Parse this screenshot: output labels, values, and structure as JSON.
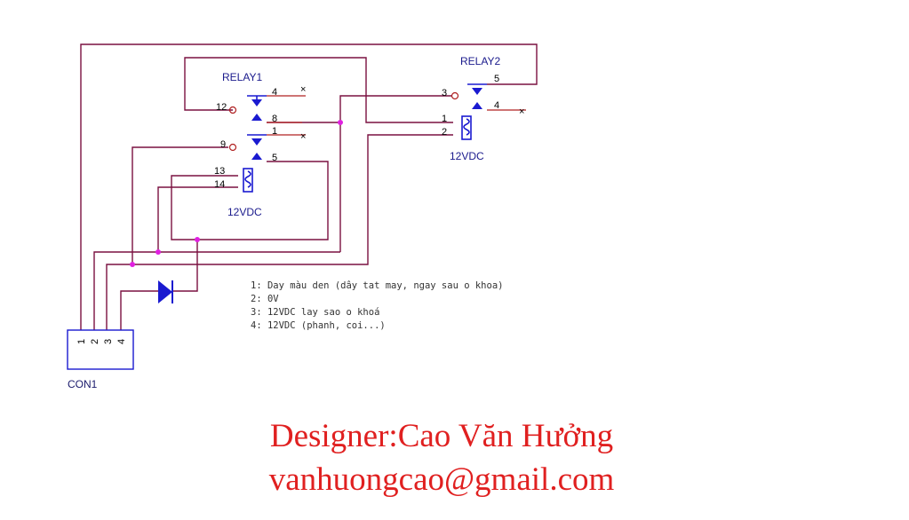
{
  "relays": [
    {
      "name": "RELAY1",
      "coil": "12VDC",
      "pins": {
        "p12": "12",
        "p4": "4",
        "p8": "8",
        "p9": "9",
        "p1": "1",
        "p5": "5",
        "p13": "13",
        "p14": "14"
      }
    },
    {
      "name": "RELAY2",
      "coil": "12VDC",
      "pins": {
        "p3": "3",
        "p5": "5",
        "p4": "4",
        "p1": "1",
        "p2": "2"
      }
    }
  ],
  "connector": {
    "name": "CON1",
    "pins": [
      "1",
      "2",
      "3",
      "4"
    ]
  },
  "notes": [
    "1: Day màu den (dây tat may, ngay sau o khoa)",
    "2: 0V",
    "3: 12VDC lay sao o khoá",
    "4: 12VDC (phanh, coi...)"
  ],
  "credits": {
    "designer": "Designer:Cao Văn Hưởng",
    "email": "vanhuongcao@gmail.com"
  },
  "colors": {
    "wire": "#7a1040",
    "symbol": "#1a1ad0",
    "junction": "#e020e0",
    "credit": "#e02020"
  }
}
